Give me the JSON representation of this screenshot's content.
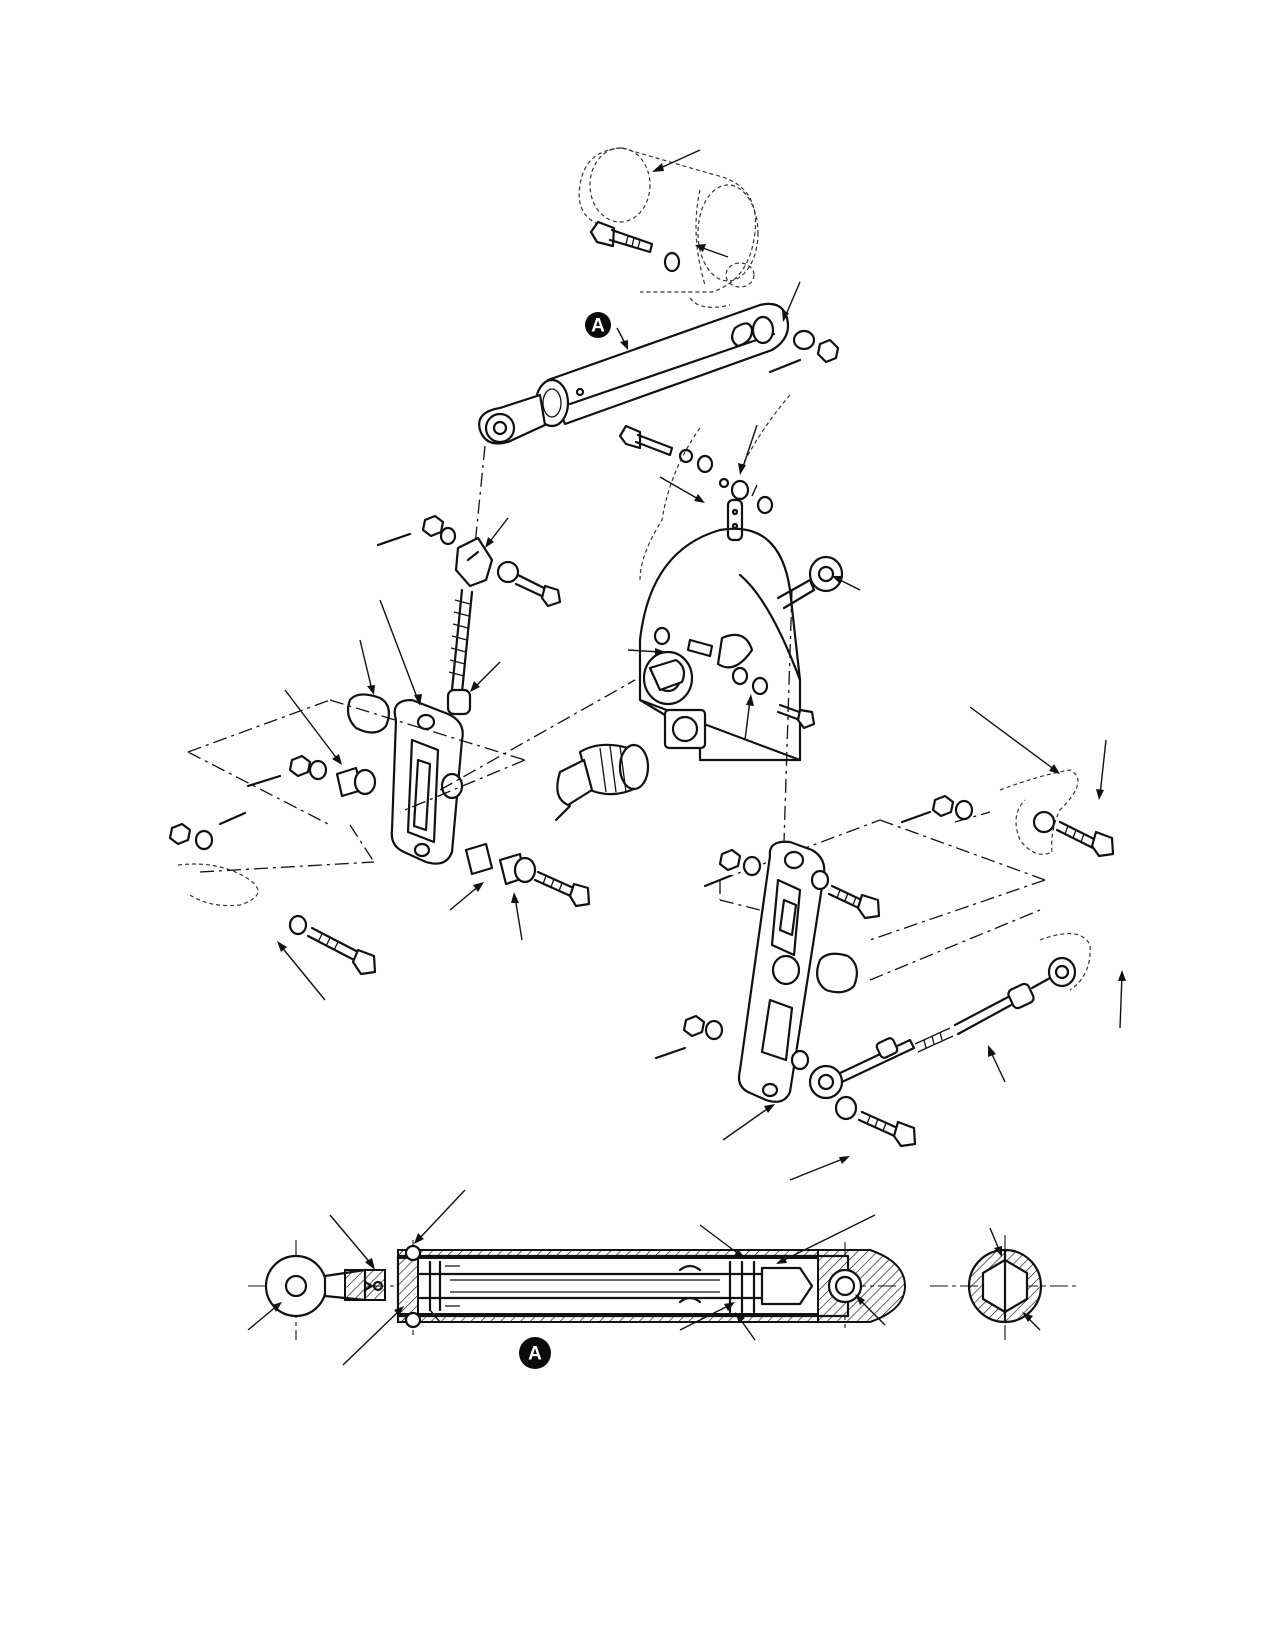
{
  "figure": {
    "badges": [
      {
        "id": "detail-a-top",
        "label": "A"
      },
      {
        "id": "detail-a-bottom",
        "label": "A"
      }
    ]
  }
}
